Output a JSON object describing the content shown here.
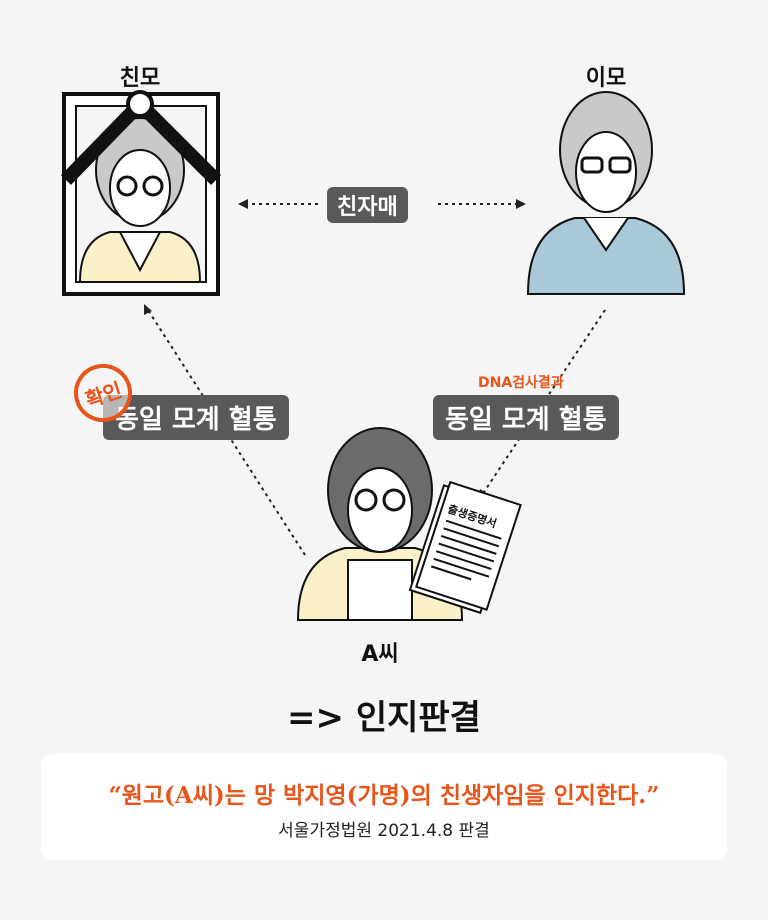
{
  "people": {
    "mother": {
      "label": "친모"
    },
    "aunt": {
      "label": "이모"
    },
    "person_a": {
      "label": "A씨"
    }
  },
  "relations": {
    "sisters": "친자매",
    "left_link": {
      "stamp": "확인",
      "label": "동일 모계 혈통"
    },
    "right_link": {
      "note": "DNA검사결과",
      "label": "동일 모계 혈통"
    }
  },
  "document": {
    "label": "출생증명서"
  },
  "result": "=> 인지판결",
  "ruling": {
    "quote": "“원고(A씨)는 망 박지영(가명)의 친생자임을 인지한다.”",
    "source": "서울가정법원 2021.4.8 판결"
  },
  "colors": {
    "accent": "#e8541a",
    "pill": "#595959",
    "background": "#f5f5f5"
  }
}
